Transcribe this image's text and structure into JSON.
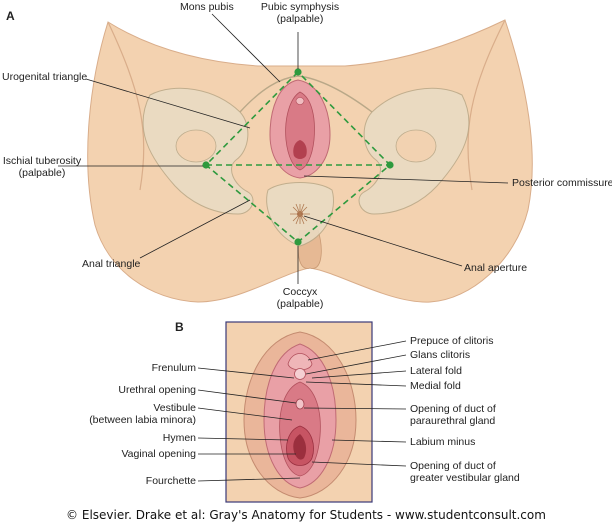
{
  "panel_a": {
    "letter": "A",
    "labels": {
      "mons_pubis": "Mons pubis",
      "pubic_symphysis": "Pubic symphysis",
      "pubic_symphysis_note": "(palpable)",
      "urogenital_triangle": "Urogenital triangle",
      "ischial_tuberosity": "Ischial tuberosity",
      "ischial_tuberosity_note": "(palpable)",
      "posterior_commissure": "Posterior commissure",
      "anal_triangle": "Anal triangle",
      "anal_aperture": "Anal aperture",
      "coccyx": "Coccyx",
      "coccyx_note": "(palpable)"
    }
  },
  "panel_b": {
    "letter": "B",
    "left_labels": {
      "frenulum": "Frenulum",
      "urethral_opening": "Urethral opening",
      "vestibule": "Vestibule",
      "vestibule_note": "(between labia minora)",
      "hymen": "Hymen",
      "vaginal_opening": "Vaginal opening",
      "fourchette": "Fourchette"
    },
    "right_labels": {
      "prepuce_of_clitoris": "Prepuce of clitoris",
      "glans_clitoris": "Glans clitoris",
      "lateral_fold": "Lateral fold",
      "medial_fold": "Medial fold",
      "paraurethral_duct_line1": "Opening of duct of",
      "paraurethral_duct_line2": "paraurethral gland",
      "labium_minus": "Labium minus",
      "vestibular_duct_line1": "Opening of duct of",
      "vestibular_duct_line2": "greater vestibular gland"
    }
  },
  "credit": "© Elsevier. Drake et al: Gray's Anatomy for Students - www.studentconsult.com",
  "colors": {
    "skin": "#f3d2b0",
    "skin_shadow": "#e6b994",
    "bone": "#e9dcc4",
    "bone_outline": "#b9a888",
    "tissue_pink": "#e9a0a6",
    "tissue_deep": "#c75463",
    "triangle_green": "#2e9a3e",
    "panel_frame": "#3a3a78",
    "leader_line": "#222222"
  }
}
